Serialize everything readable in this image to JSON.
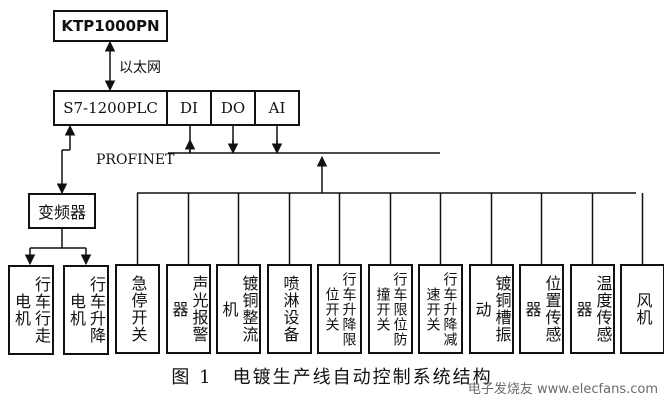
{
  "controller": {
    "hmi": "KTP1000PN",
    "plc": "S7-1200PLC",
    "modules": [
      "DI",
      "DO",
      "AI"
    ]
  },
  "networks": {
    "ethernet": "以太网",
    "profinet": "PROFINET"
  },
  "drive": {
    "inverter": "变频器",
    "motors": [
      "行车行走电机",
      "行车升降电机"
    ]
  },
  "field_devices": [
    "急停开关",
    "声光报警器",
    "镀铜整流机",
    "喷淋设备",
    "行车升降限位开关",
    "行车限位防撞开关",
    "行车升降减速开关",
    "镀铜槽振动",
    "位置传感器",
    "温度传感器",
    "风机"
  ],
  "caption": "图 1　电镀生产线自动控制系统结构",
  "watermark": "电子发烧友 www.elecfans.com"
}
